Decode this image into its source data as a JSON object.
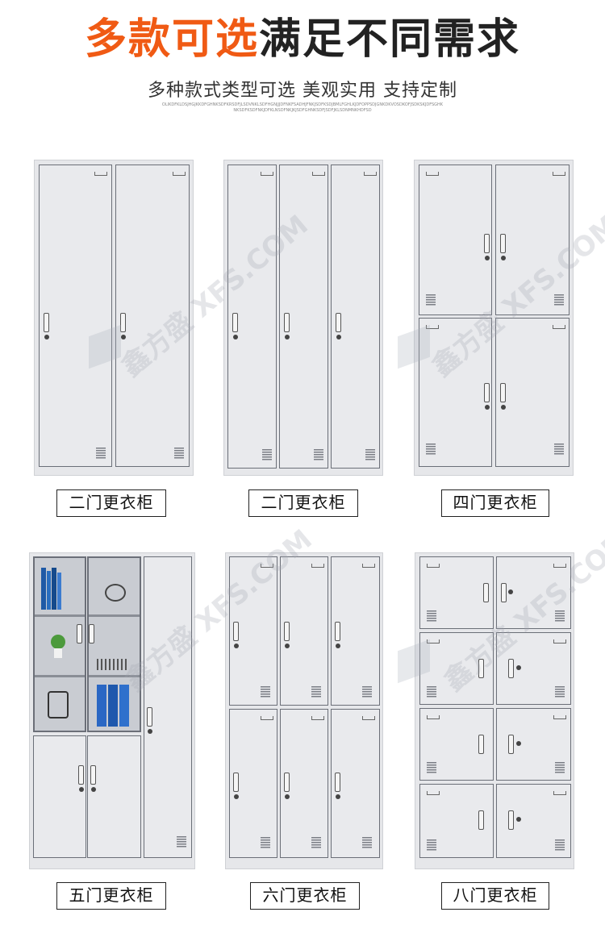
{
  "header": {
    "title_accent": "多款可选",
    "title_dark": "满足不同需求",
    "subtitle": "多种款式类型可选 美观实用 支持定制",
    "fine_print": "OLIKDFKLDSJHGJKKDFGHNKSDFKRSDFJLSDVNKLSDFHGNJJJDFNKFSADHJFNKJSDFKSDJBMLFGHLKJDFOPPSDJGNKDKVOSDKOFJSDKSKJDFSGHKNKSDFKSDFNKJDFKLNSDFNKJKJSDFGHNKSDFJSDFJKLSDNMNKHDFSD"
  },
  "watermark": "鑫方盛 XFS.COM",
  "items": [
    {
      "label": "二门更衣柜"
    },
    {
      "label": "二门更衣柜"
    },
    {
      "label": "四门更衣柜"
    },
    {
      "label": "五门更衣柜"
    },
    {
      "label": "六门更衣柜"
    },
    {
      "label": "八门更衣柜"
    }
  ]
}
